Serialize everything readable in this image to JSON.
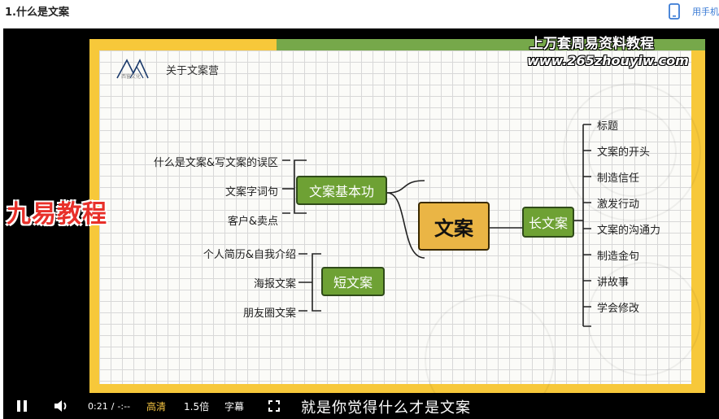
{
  "page": {
    "title": "1.什么是文案"
  },
  "header": {
    "phone_label": "用手机"
  },
  "slide": {
    "logo_text": "西窗文化",
    "header": "关于文案营",
    "center": "文案",
    "left_nodes": [
      {
        "label": "文案基本功",
        "items": [
          "什么是文案&写文案的误区",
          "文案字词句",
          "客户&卖点"
        ]
      },
      {
        "label": "短文案",
        "items": [
          "个人简历&自我介绍",
          "海报文案",
          "朋友圈文案"
        ]
      }
    ],
    "right_node": {
      "label": "长文案",
      "items": [
        "标题",
        "文案的开头",
        "制造信任",
        "激发行动",
        "文案的沟通力",
        "制造金句",
        "讲故事",
        "学会修改"
      ]
    }
  },
  "watermarks": {
    "line1": "上万套周易资料教程",
    "line2": "www.265zhouyiw.com",
    "line3": "九易教程"
  },
  "controls": {
    "current_time": "0:21",
    "separator": "/",
    "duration": "-:--",
    "quality": "高清",
    "speed": "1.5倍",
    "captions": "字幕",
    "subtitle": "就是你觉得什么才是文案"
  },
  "colors": {
    "slide_yellow": "#f7c83a",
    "slide_green": "#76a84a",
    "node_green": "#6ea134",
    "center_orange": "#eab545",
    "watermark_red": "#e8302a",
    "link_blue": "#3a7bd5",
    "quality_gold": "#f5c542"
  }
}
